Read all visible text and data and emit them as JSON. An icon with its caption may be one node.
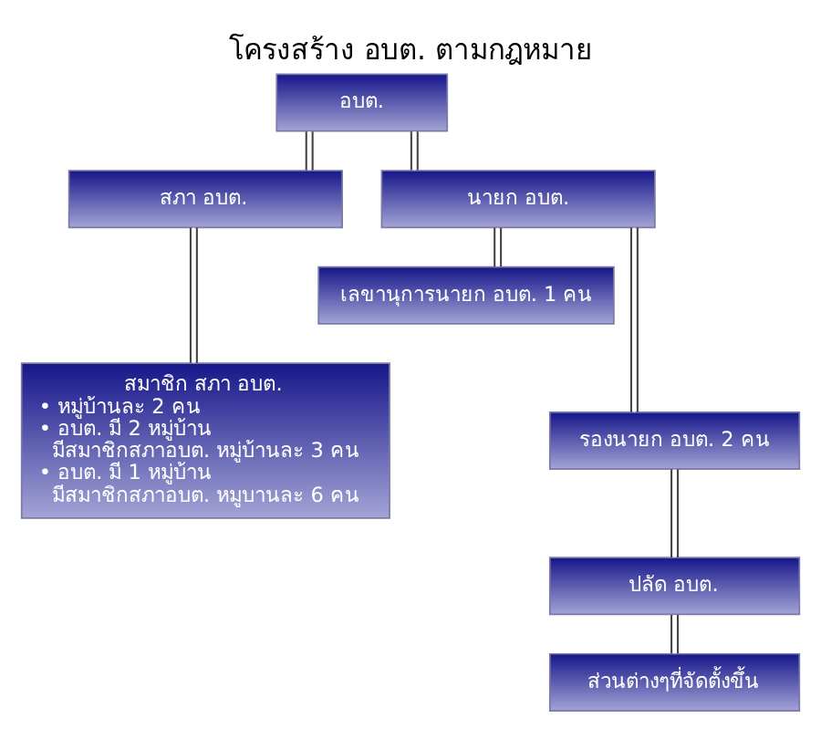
{
  "diagram": {
    "title": "โครงสร้าง อบต. ตามกฎหมาย",
    "nodes": [
      {
        "text": [
          "อบต."
        ]
      },
      {
        "text": [
          "สภา อบต."
        ]
      },
      {
        "text": [
          "นายก อบต."
        ]
      },
      {
        "text": [
          "เลขานุการนายก อบต. 1 คน"
        ]
      },
      {
        "text": [
          "สมาชิก สภา อบต.",
          "• หมู่บ้านละ 2 คน",
          "• อบต. มี 2 หมู่บ้าน มีสมาชิกสภาอบต. หมู่บ้านละ 3 คน",
          "• อบต. มี 1 หมู่บ้าน มีสมาชิกสภาอบต. หมูบานละ 6 คน"
        ]
      },
      {
        "text": [
          "รองนายก อบต. 2 คน"
        ]
      },
      {
        "text": [
          "ปลัด อบต."
        ]
      },
      {
        "text": [
          "ส่วนต่างๆที่จัดตั้งขึ้น"
        ]
      }
    ],
    "edges": [
      {
        "from": 0,
        "to": 1,
        "arrow": "none"
      },
      {
        "from": 0,
        "to": 2,
        "arrow": "none"
      },
      {
        "from": 1,
        "to": 4,
        "arrow": "none"
      },
      {
        "from": 2,
        "to": 3,
        "arrow": "none"
      },
      {
        "from": 2,
        "to": 5,
        "arrow": "none"
      },
      {
        "from": 5,
        "to": 6,
        "arrow": "none"
      },
      {
        "from": 6,
        "to": 7,
        "arrow": "none"
      }
    ]
  }
}
